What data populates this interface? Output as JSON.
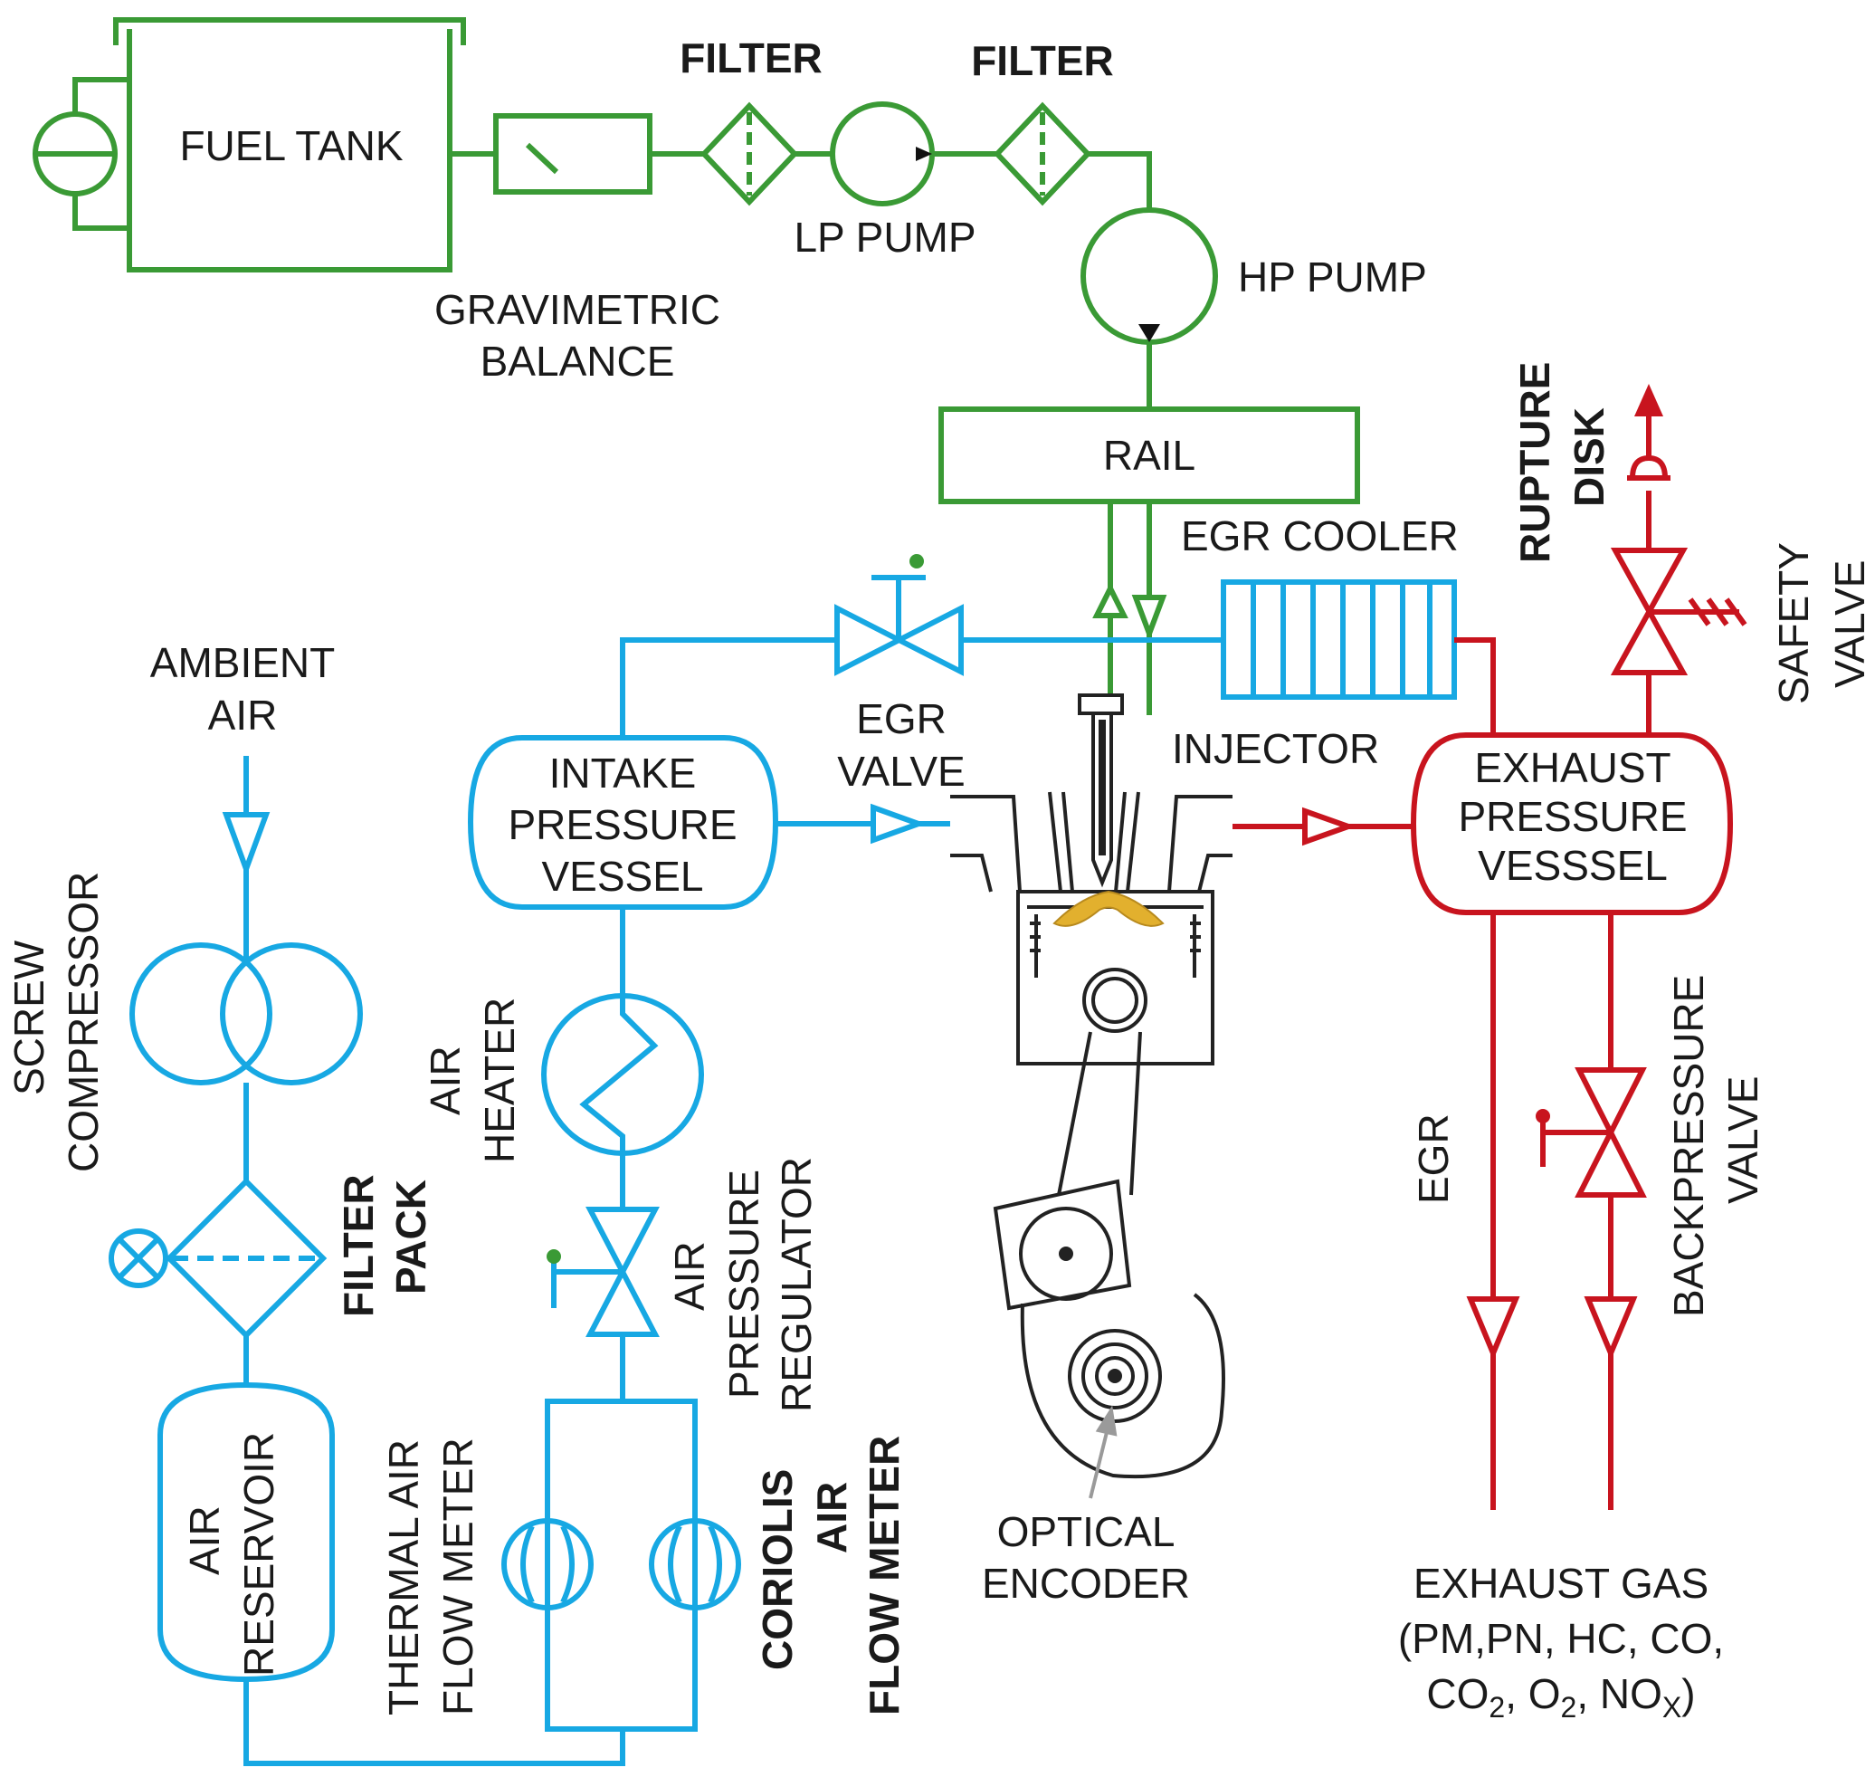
{
  "colors": {
    "fuel": "#3a9a35",
    "air": "#17a8e3",
    "exhaust": "#c8141e",
    "engine": "#222222",
    "spray": "#e2b02e"
  },
  "labels": {
    "fuel_tank": "FUEL TANK",
    "gravimetric_1": "GRAVIMETRIC",
    "gravimetric_2": "BALANCE",
    "filter": "FILTER",
    "lp_pump": "LP PUMP",
    "hp_pump": "HP PUMP",
    "rail": "RAIL",
    "egr_cooler": "EGR COOLER",
    "rupture_1": "RUPTURE",
    "rupture_2": "DISK",
    "safety_1": "SAFETY",
    "safety_2": "VALVE",
    "ambient_1": "AMBIENT",
    "ambient_2": "AIR",
    "screw_1": "SCREW",
    "screw_2": "COMPRESSOR",
    "intake_1": "INTAKE",
    "intake_2": "PRESSURE",
    "intake_3": "VESSEL",
    "egr_valve_1": "EGR",
    "egr_valve_2": "VALVE",
    "injector": "INJECTOR",
    "exhaust_1": "EXHAUST",
    "exhaust_2": "PRESSURE",
    "exhaust_3": "VESSSEL",
    "air_heater_1": "AIR",
    "air_heater_2": "HEATER",
    "filter_pack_1": "FILTER",
    "filter_pack_2": "PACK",
    "apr_1": "AIR",
    "apr_2": "PRESSURE",
    "apr_3": "REGULATOR",
    "egr": "EGR",
    "backpressure_1": "BACKPRESSURE",
    "backpressure_2": "VALVE",
    "air_res_1": "AIR",
    "air_res_2": "RESERVOIR",
    "thermal_1": "THERMAL AIR",
    "thermal_2": "FLOW METER",
    "coriolis_1": "CORIOLIS",
    "coriolis_2": "AIR",
    "coriolis_3": "FLOW METER",
    "optical_1": "OPTICAL",
    "optical_2": "ENCODER",
    "exhaust_gas_1": "EXHAUST GAS",
    "exhaust_gas_2": "(PM,PN, HC, CO,",
    "exhaust_gas_3a": "CO",
    "exhaust_gas_3b": "2",
    "exhaust_gas_3c": ", O",
    "exhaust_gas_3d": "2",
    "exhaust_gas_3e": ", NO",
    "exhaust_gas_3f": "X",
    "exhaust_gas_3g": ")"
  }
}
